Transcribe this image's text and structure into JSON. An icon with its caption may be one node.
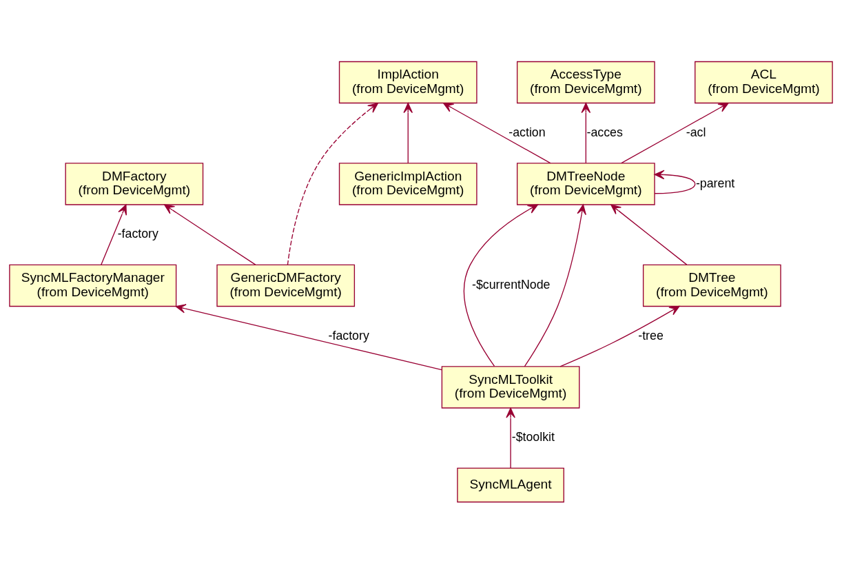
{
  "diagram": {
    "nodes": [
      {
        "text": [
          "DMFactory",
          "(from DeviceMgmt)"
        ]
      },
      {
        "text": [
          "SyncMLFactoryManager",
          "(from DeviceMgmt)"
        ]
      },
      {
        "text": [
          "GenericDMFactory",
          "(from DeviceMgmt)"
        ]
      },
      {
        "text": [
          "ImplAction",
          "(from DeviceMgmt)"
        ]
      },
      {
        "text": [
          "ACL",
          "(from DeviceMgmt)"
        ]
      },
      {
        "text": [
          "AccessType",
          "(from DeviceMgmt)"
        ]
      },
      {
        "text": [
          "GenericImplAction",
          "(from DeviceMgmt)"
        ]
      },
      {
        "text": [
          "DMTreeNode",
          "(from DeviceMgmt)"
        ]
      },
      {
        "text": [
          "SyncMLToolkit",
          "(from DeviceMgmt)"
        ]
      },
      {
        "text": [
          "SyncMLAgent"
        ]
      },
      {
        "text": [
          "DMTree",
          "(from DeviceMgmt)"
        ]
      }
    ],
    "edges": [
      {
        "from": 1,
        "to": 0,
        "arrow": "to",
        "label": "-factory"
      },
      {
        "from": 2,
        "to": 0,
        "arrow": "to"
      },
      {
        "from": 2,
        "to": 3,
        "arrow": "to",
        "style": "dashed"
      },
      {
        "from": 7,
        "to": 3,
        "arrow": "to",
        "label": "-action"
      },
      {
        "from": 6,
        "to": 3,
        "arrow": "to"
      },
      {
        "from": 7,
        "to": 4,
        "arrow": "to",
        "label": "-acl"
      },
      {
        "from": 7,
        "to": 5,
        "arrow": "to",
        "label": "-acces"
      },
      {
        "from": 8,
        "to": 7,
        "arrow": "to",
        "label": "-$currentNode"
      },
      {
        "from": 8,
        "to": 7,
        "arrow": "to"
      },
      {
        "from": 8,
        "to": 1,
        "arrow": "to",
        "label": "-factory"
      },
      {
        "from": 9,
        "to": 8,
        "arrow": "to",
        "label": "-$toolkit"
      },
      {
        "from": 8,
        "to": 10,
        "arrow": "to",
        "label": "-tree"
      },
      {
        "from": 10,
        "to": 7,
        "arrow": "to"
      },
      {
        "from": 7,
        "to": 7,
        "arrow": "to",
        "label": "-parent"
      }
    ]
  }
}
